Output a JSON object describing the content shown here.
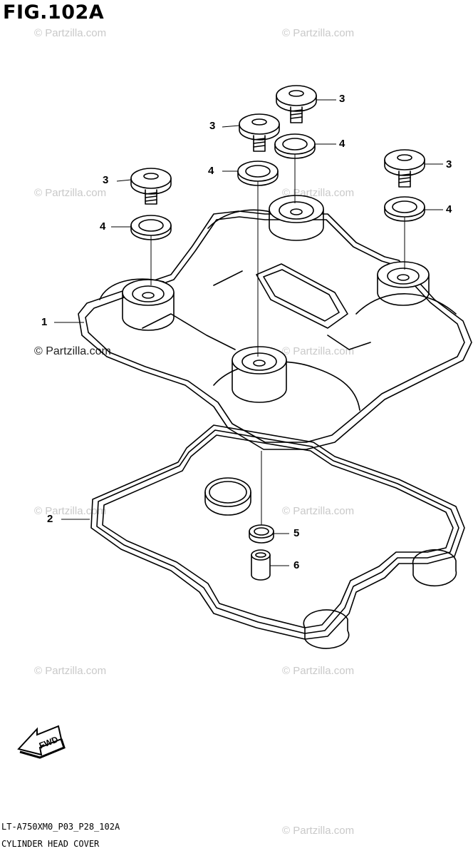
{
  "figure": {
    "title": "FIG.102A",
    "model_code": "LT-A750XM0_P03_P28_102A",
    "caption": "CYLINDER HEAD COVER",
    "fwd_label": "FWD"
  },
  "watermark": {
    "text": "© Partzilla.com",
    "dark_text": "© Partzilla.com"
  },
  "callouts": [
    {
      "id": "c3a",
      "label": "3"
    },
    {
      "id": "c3b",
      "label": "3"
    },
    {
      "id": "c3c",
      "label": "3"
    },
    {
      "id": "c3d",
      "label": "3"
    },
    {
      "id": "c4a",
      "label": "4"
    },
    {
      "id": "c4b",
      "label": "4"
    },
    {
      "id": "c4c",
      "label": "4"
    },
    {
      "id": "c4d",
      "label": "4"
    },
    {
      "id": "c1",
      "label": "1"
    },
    {
      "id": "c2",
      "label": "2"
    },
    {
      "id": "c5",
      "label": "5"
    },
    {
      "id": "c6",
      "label": "6"
    }
  ]
}
